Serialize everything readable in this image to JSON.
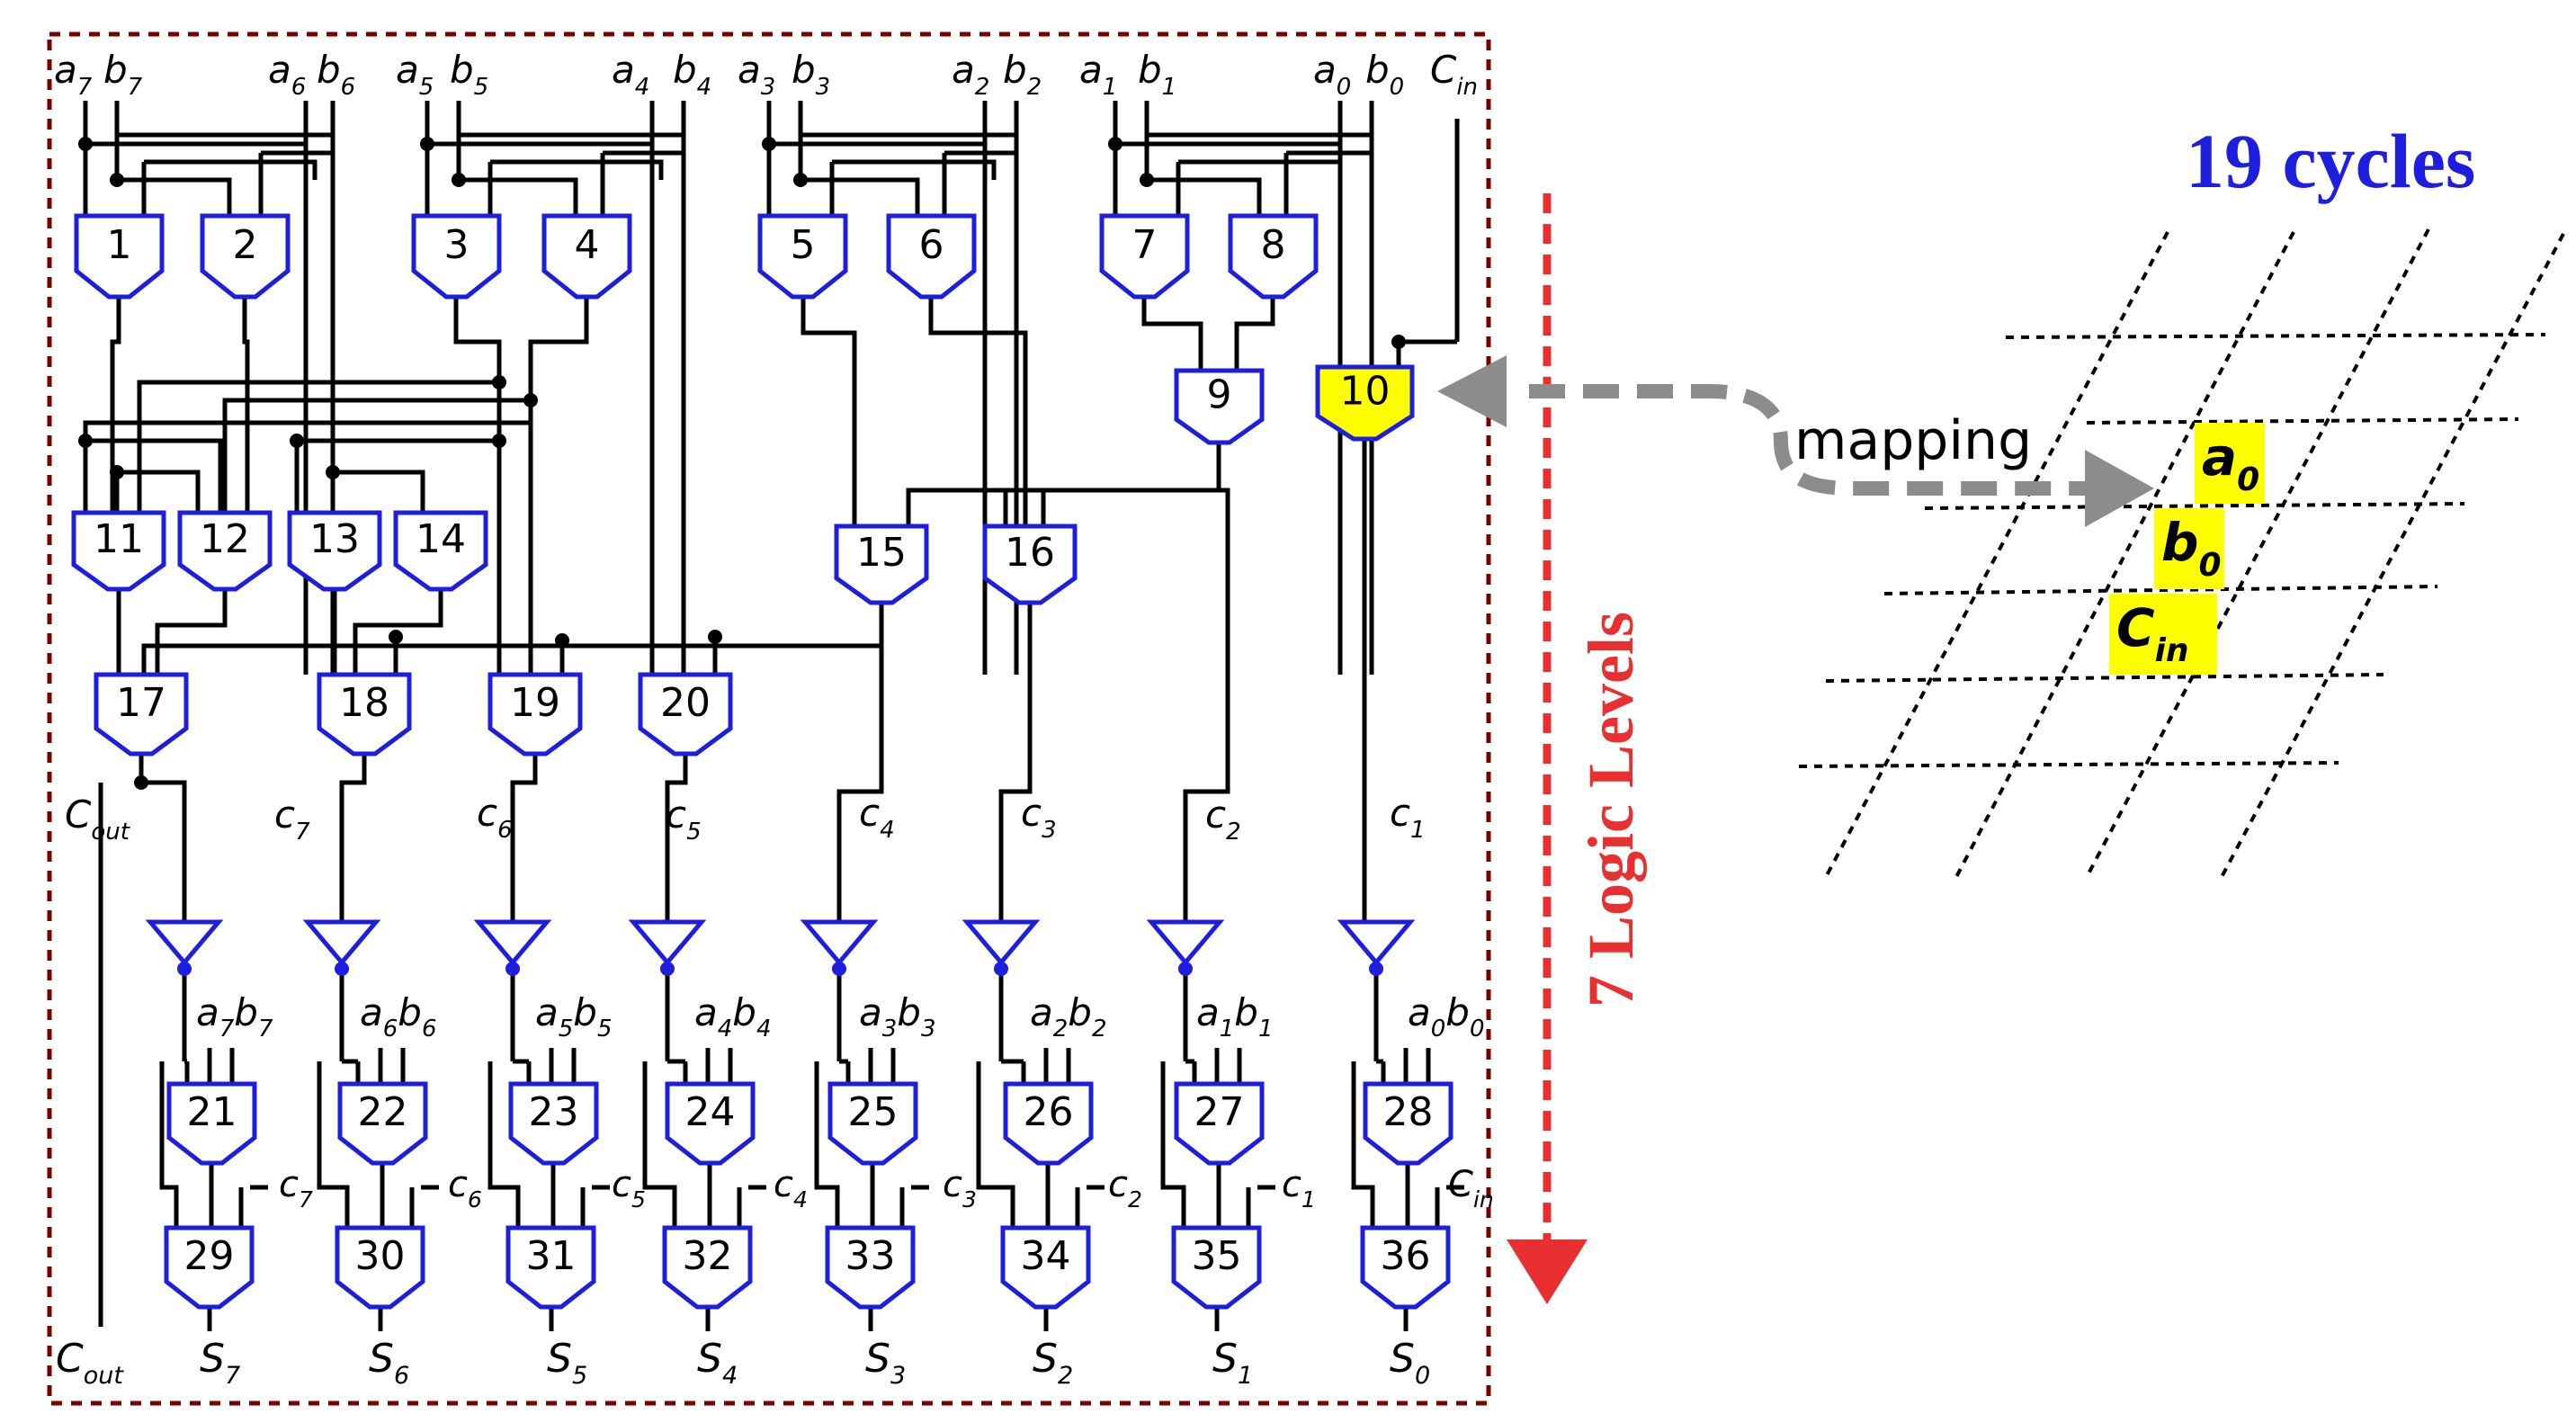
{
  "colors": {
    "gate": "#1e1ee0",
    "wire": "#000000",
    "frame": "#7a0000",
    "highlight": "#ffff00",
    "logic_levels": "#e83030",
    "cycles": "#1e1ee0",
    "mapping_arrow": "#8c8c8c"
  },
  "icons": {
    "gate": "and-or-gate-shape",
    "buffer": "triangle-buffer-icon",
    "arrow": "arrow-head-icon"
  },
  "gates": [
    {
      "id": "1",
      "label": "1"
    },
    {
      "id": "2",
      "label": "2"
    },
    {
      "id": "3",
      "label": "3"
    },
    {
      "id": "4",
      "label": "4"
    },
    {
      "id": "5",
      "label": "5"
    },
    {
      "id": "6",
      "label": "6"
    },
    {
      "id": "7",
      "label": "7"
    },
    {
      "id": "8",
      "label": "8"
    },
    {
      "id": "9",
      "label": "9"
    },
    {
      "id": "10",
      "label": "10",
      "highlighted": true
    },
    {
      "id": "11",
      "label": "11"
    },
    {
      "id": "12",
      "label": "12"
    },
    {
      "id": "13",
      "label": "13"
    },
    {
      "id": "14",
      "label": "14"
    },
    {
      "id": "15",
      "label": "15"
    },
    {
      "id": "16",
      "label": "16"
    },
    {
      "id": "17",
      "label": "17"
    },
    {
      "id": "18",
      "label": "18"
    },
    {
      "id": "19",
      "label": "19"
    },
    {
      "id": "20",
      "label": "20"
    },
    {
      "id": "21",
      "label": "21"
    },
    {
      "id": "22",
      "label": "22"
    },
    {
      "id": "23",
      "label": "23"
    },
    {
      "id": "24",
      "label": "24"
    },
    {
      "id": "25",
      "label": "25"
    },
    {
      "id": "26",
      "label": "26"
    },
    {
      "id": "27",
      "label": "27"
    },
    {
      "id": "28",
      "label": "28"
    },
    {
      "id": "29",
      "label": "29"
    },
    {
      "id": "30",
      "label": "30"
    },
    {
      "id": "31",
      "label": "31"
    },
    {
      "id": "32",
      "label": "32"
    },
    {
      "id": "33",
      "label": "33"
    },
    {
      "id": "34",
      "label": "34"
    },
    {
      "id": "35",
      "label": "35"
    },
    {
      "id": "36",
      "label": "36"
    }
  ],
  "input_labels": [
    {
      "base": "a",
      "sub": "7"
    },
    {
      "base": "b",
      "sub": "7"
    },
    {
      "base": "a",
      "sub": "6"
    },
    {
      "base": "b",
      "sub": "6"
    },
    {
      "base": "a",
      "sub": "5"
    },
    {
      "base": "b",
      "sub": "5"
    },
    {
      "base": "a",
      "sub": "4"
    },
    {
      "base": "b",
      "sub": "4"
    },
    {
      "base": "a",
      "sub": "3"
    },
    {
      "base": "b",
      "sub": "3"
    },
    {
      "base": "a",
      "sub": "2"
    },
    {
      "base": "b",
      "sub": "2"
    },
    {
      "base": "a",
      "sub": "1"
    },
    {
      "base": "b",
      "sub": "1"
    },
    {
      "base": "a",
      "sub": "0"
    },
    {
      "base": "b",
      "sub": "0"
    },
    {
      "base": "C",
      "sub": "in"
    }
  ],
  "carry_labels": [
    {
      "base": "C",
      "sub": "out"
    },
    {
      "base": "c",
      "sub": "7"
    },
    {
      "base": "c",
      "sub": "6"
    },
    {
      "base": "c",
      "sub": "5"
    },
    {
      "base": "c",
      "sub": "4"
    },
    {
      "base": "c",
      "sub": "3"
    },
    {
      "base": "c",
      "sub": "2"
    },
    {
      "base": "c",
      "sub": "1"
    }
  ],
  "lower_input_labels": [
    {
      "a": "7",
      "b": "7"
    },
    {
      "a": "6",
      "b": "6"
    },
    {
      "a": "5",
      "b": "5"
    },
    {
      "a": "4",
      "b": "4"
    },
    {
      "a": "3",
      "b": "3"
    },
    {
      "a": "2",
      "b": "2"
    },
    {
      "a": "1",
      "b": "1"
    },
    {
      "a": "0",
      "b": "0"
    }
  ],
  "sum_carry_labels": [
    {
      "base": "c",
      "sub": "7"
    },
    {
      "base": "c",
      "sub": "6"
    },
    {
      "base": "c",
      "sub": "5"
    },
    {
      "base": "c",
      "sub": "4"
    },
    {
      "base": "c",
      "sub": "3"
    },
    {
      "base": "c",
      "sub": "2"
    },
    {
      "base": "c",
      "sub": "1"
    },
    {
      "base": "C",
      "sub": "in"
    }
  ],
  "sum_labels": [
    {
      "base": "S",
      "sub": "7"
    },
    {
      "base": "S",
      "sub": "6"
    },
    {
      "base": "S",
      "sub": "5"
    },
    {
      "base": "S",
      "sub": "4"
    },
    {
      "base": "S",
      "sub": "3"
    },
    {
      "base": "S",
      "sub": "2"
    },
    {
      "base": "S",
      "sub": "1"
    },
    {
      "base": "S",
      "sub": "0"
    }
  ],
  "cout_bottom": {
    "base": "C",
    "sub": "out"
  },
  "logic_levels_text": "7 Logic Levels",
  "cycles_text": "19 cycles",
  "mapping_text": "mapping",
  "mapped_inputs": [
    {
      "base": "a",
      "sub": "0"
    },
    {
      "base": "b",
      "sub": "0"
    },
    {
      "base": "C",
      "sub": "in"
    }
  ]
}
